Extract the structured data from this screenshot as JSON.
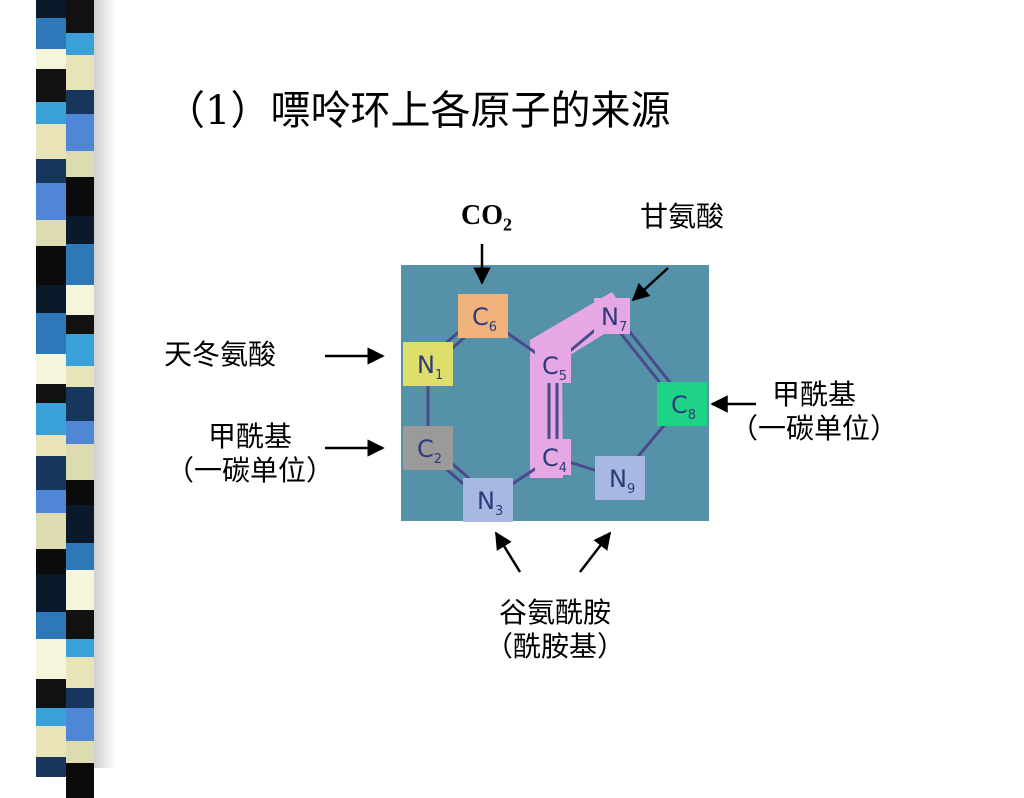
{
  "title": "（1）嘌呤环上各原子的来源",
  "sources": {
    "co2": {
      "main": "CO",
      "sub": "2"
    },
    "glycine": "甘氨酸",
    "aspartate": "天冬氨酸",
    "formyl_left": {
      "line1": "甲酰基",
      "line2": "（一碳单位）"
    },
    "formyl_right": {
      "line1": "甲酰基",
      "line2": "（一碳单位）"
    },
    "glutamine": {
      "line1": "谷氨酰胺",
      "line2": "（酰胺基）"
    }
  },
  "atoms": [
    {
      "id": "C6",
      "symbol": "C",
      "sub": "6",
      "color": "#f1b27c"
    },
    {
      "id": "N1",
      "symbol": "N",
      "sub": "1",
      "color": "#dede6a"
    },
    {
      "id": "C2",
      "symbol": "C",
      "sub": "2",
      "color": "#9a9a9a"
    },
    {
      "id": "N3",
      "symbol": "N",
      "sub": "3",
      "color": "#a9b8e2"
    },
    {
      "id": "C4",
      "symbol": "C",
      "sub": "4",
      "color": "#e6a8e4"
    },
    {
      "id": "C5",
      "symbol": "C",
      "sub": "5",
      "color": "#e6a8e4"
    },
    {
      "id": "N7",
      "symbol": "N",
      "sub": "7",
      "color": "#e6a8e4"
    },
    {
      "id": "C8",
      "symbol": "C",
      "sub": "8",
      "color": "#1ed386"
    },
    {
      "id": "N9",
      "symbol": "N",
      "sub": "9",
      "color": "#a9b8e2"
    }
  ],
  "colors": {
    "panel": "#5592a9",
    "bond": "#4a4a8c",
    "glycine_band": "#e6a8e4"
  }
}
